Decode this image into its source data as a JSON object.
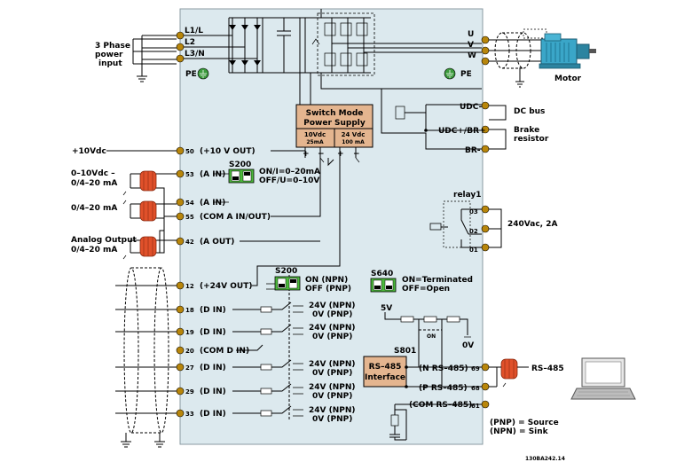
{
  "left_labels": {
    "three_phase": [
      "3 Phase",
      "power",
      "input"
    ],
    "plus10": "+10Vdc",
    "ain1": [
      "0–10Vdc –",
      "0/4–20 mA"
    ],
    "ain2": "0/4–20 mA",
    "aout": [
      "Analog Output",
      "0/4–20 mA"
    ]
  },
  "mains": {
    "l1": "L1/L",
    "l2": "L2",
    "l3": "L3/N",
    "pe": "PE"
  },
  "motor": {
    "u": "U",
    "v": "V",
    "w": "W",
    "pe": "PE",
    "label": "Motor"
  },
  "smps": {
    "title": [
      "Switch Mode",
      "Power Supply"
    ],
    "v10": "10Vdc",
    "i10": "25mA",
    "v24": "24 Vdc",
    "i24": "100 mA"
  },
  "dc": {
    "udc_minus": "UDC-",
    "udc_plus": "UDC+/BR+",
    "br_minus": "BR-",
    "dc_bus": "DC bus",
    "brake": [
      "Brake",
      "resistor"
    ]
  },
  "relay": {
    "title": "relay1",
    "t03": "03",
    "t02": "02",
    "t01": "01",
    "rating": "240Vac, 2A"
  },
  "terminals": {
    "t50": "50",
    "t50_label": "(+10 V OUT)",
    "t53": "53",
    "t53_label": "(A IN)",
    "t54": "54",
    "t54_label": "(A IN)",
    "t55": "55",
    "t55_label": "(COM A IN/OUT)",
    "t42": "42",
    "t42_label": "(A OUT)",
    "t12": "12",
    "t12_label": "(+24V OUT)",
    "t18": "18",
    "t19": "19",
    "t20": "20",
    "t27": "27",
    "t29": "29",
    "t33": "33",
    "din": "(D IN)",
    "com_din": "(COM D IN)"
  },
  "switches": {
    "s200a": "S200",
    "s200a_on": "ON/I=0–20mA",
    "s200a_off": "OFF/U=0–10V",
    "s200b": "S200",
    "s200b_on": "ON  (NPN)",
    "s200b_off": "OFF (PNP)",
    "s640": "S640",
    "s640_on": "ON=Terminated",
    "s640_off": "OFF=Open",
    "s801": "S801",
    "v5": "5V",
    "v0": "0V",
    "on_mark": "ON"
  },
  "din_levels": {
    "npn": "24V  (NPN)",
    "pnp": "0V  (PNP)"
  },
  "rs485": {
    "box": [
      "RS–485",
      "Interface"
    ],
    "t69": "69",
    "t68": "68",
    "t61": "61",
    "n": "(N RS–485)",
    "p": "(P RS–485)",
    "com": "(COM RS–485)",
    "label": "RS–485"
  },
  "legend": {
    "source": "(PNP) = Source",
    "sink": "(NPN) = Sink"
  },
  "figure_id": "130BA242.14"
}
